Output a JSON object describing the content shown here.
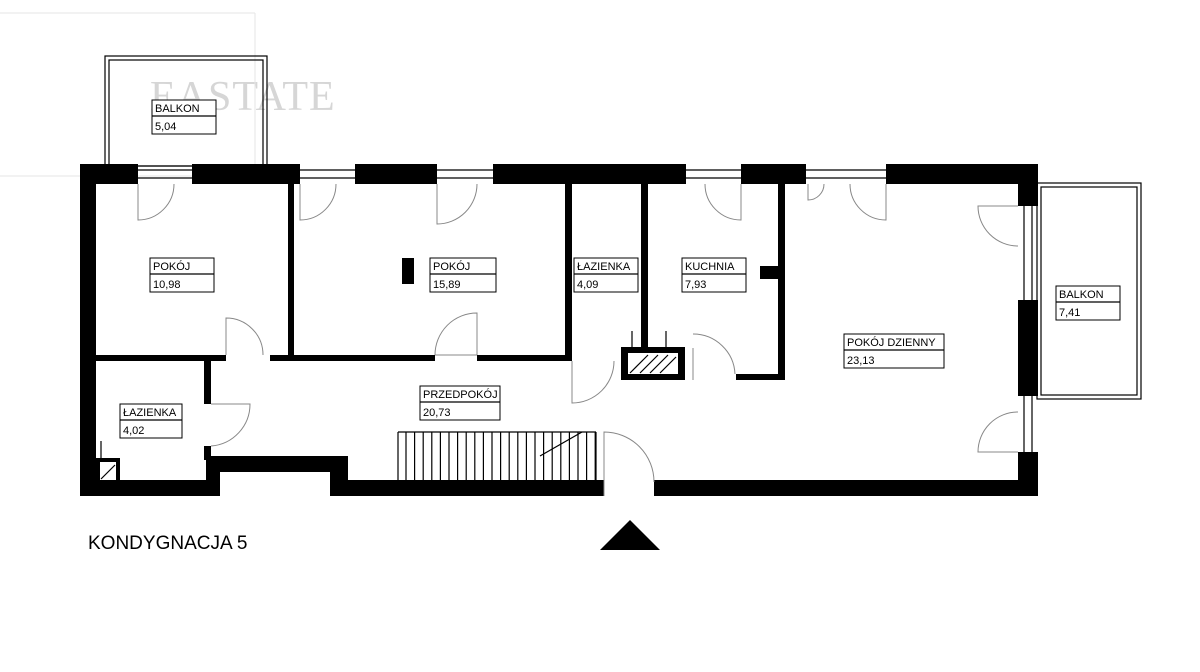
{
  "watermark": "EASTATE",
  "floor_label": "KONDYGNACJA 5",
  "rooms": [
    {
      "id": "balkon-top",
      "name": "BALKON",
      "area": "5,04"
    },
    {
      "id": "pokoj-1",
      "name": "POKÓJ",
      "area": "10,98"
    },
    {
      "id": "pokoj-2",
      "name": "POKÓJ",
      "area": "15,89"
    },
    {
      "id": "lazienka-1",
      "name": "ŁAZIENKA",
      "area": "4,09"
    },
    {
      "id": "kuchnia",
      "name": "KUCHNIA",
      "area": "7,93"
    },
    {
      "id": "pokoj-dzienny",
      "name": "POKÓJ DZIENNY",
      "area": "23,13"
    },
    {
      "id": "balkon-right",
      "name": "BALKON",
      "area": "7,41"
    },
    {
      "id": "lazienka-2",
      "name": "ŁAZIENKA",
      "area": "4,02"
    },
    {
      "id": "przedpokoj",
      "name": "PRZEDPOKÓJ",
      "area": "20,73"
    }
  ],
  "colors": {
    "wall": "#000000",
    "watermark": "#d6d6d6",
    "background": "#ffffff"
  },
  "icons": {
    "entrance": "entrance-arrow-icon"
  }
}
